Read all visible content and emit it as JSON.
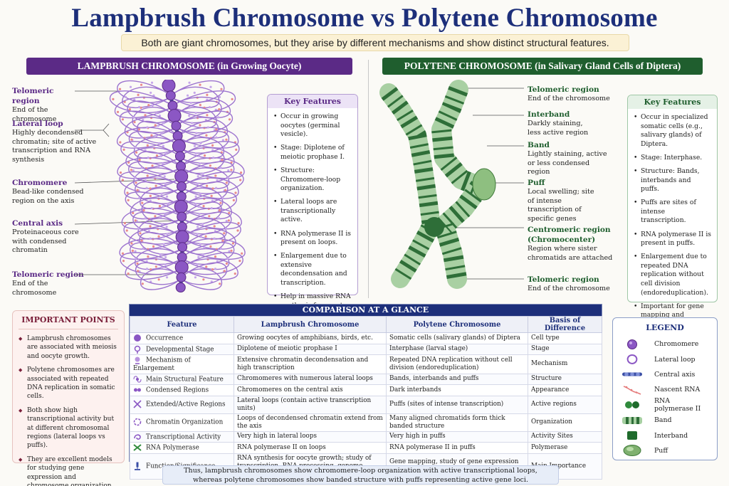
{
  "title": "Lampbrush Chromosome vs Polytene Chromosome",
  "subtitle": "Both are giant chromosomes, but they arise by different mechanisms and show distinct structural features.",
  "lampbrush": {
    "banner": "LAMPBRUSH CHROMOSOME (in Growing Oocyte)",
    "labels": [
      {
        "head": "Telomeric region",
        "text": "End of the chromosome"
      },
      {
        "head": "Lateral loop",
        "text": "Highly decondensed chromatin; site of active transcription and RNA synthesis"
      },
      {
        "head": "Chromomere",
        "text": "Bead-like condensed region on the axis"
      },
      {
        "head": "Central axis",
        "text": "Proteinaceous core with condensed chromatin"
      },
      {
        "head": "Telomeric region",
        "text": "End of the chromosome"
      }
    ],
    "key_features_title": "Key Features",
    "key_features": [
      "Occur in growing oocytes (germinal vesicle).",
      "Stage: Diplotene of meiotic prophase I.",
      "Structure: Chromomere-loop organization.",
      "Lateral loops are transcriptionally active.",
      "RNA polymerase II is present on loops.",
      "Enlargement due to extensive decondensation and transcription.",
      "Help in massive RNA synthesis for oocyte growth."
    ],
    "color": "#5b2a86"
  },
  "polytene": {
    "banner": "POLYTENE CHROMOSOME (in Salivary Gland Cells of Diptera)",
    "labels": [
      {
        "head": "Telomeric region",
        "text": "End of the chromosome"
      },
      {
        "head": "Interband",
        "text": "Darkly staining, less active region"
      },
      {
        "head": "Band",
        "text": "Lightly staining, active or less condensed region"
      },
      {
        "head": "Puff",
        "text": "Local swelling; site of intense transcription of specific genes"
      },
      {
        "head": "Centromeric region (Chromocenter)",
        "text": "Region where sister chromatids are attached"
      },
      {
        "head": "Telomeric region",
        "text": "End of the chromosome"
      }
    ],
    "key_features_title": "Key Features",
    "key_features": [
      "Occur in specialized somatic cells (e.g., salivary glands) of Diptera.",
      "Stage: Interphase.",
      "Structure: Bands, interbands and puffs.",
      "Puffs are sites of intense transcription.",
      "RNA polymerase II is present in puffs.",
      "Enlargement due to repeated DNA replication without cell division (endoreduplication).",
      "Important for gene mapping and studying gene expression."
    ],
    "color": "#1f5e2e"
  },
  "important": {
    "title": "IMPORTANT POINTS",
    "points": [
      "Lampbrush chromosomes are associated with meiosis and oocyte growth.",
      "Polytene chromosomes are associated with repeated DNA replication in somatic cells.",
      "Both show high transcriptional activity but at different chromosomal regions (lateral loops vs puffs).",
      "They are excellent models for studying gene expression and chromosome organization."
    ]
  },
  "comparison": {
    "title": "COMPARISON AT A GLANCE",
    "headers": [
      "Feature",
      "Lampbrush Chromosome",
      "Polytene Chromosome",
      "Basis of Difference"
    ],
    "rows": [
      {
        "feature": "Occurrence",
        "icon": "chromomere-icon",
        "lamp": "Growing oocytes of amphibians, birds, etc.",
        "poly": "Somatic cells (salivary glands) of Diptera",
        "basis": "Cell type"
      },
      {
        "feature": "Developmental Stage",
        "icon": "stage-icon",
        "lamp": "Diplotene of meiotic prophase I",
        "poly": "Interphase (larval stage)",
        "basis": "Stage"
      },
      {
        "feature": "Mechanism of Enlargement",
        "icon": "mechanism-icon",
        "lamp": "Extensive chromatin decondensation and high transcription",
        "poly": "Repeated DNA replication without cell division (endoreduplication)",
        "basis": "Mechanism"
      },
      {
        "feature": "Main Structural Feature",
        "icon": "structure-icon",
        "lamp": "Chromomeres with numerous lateral loops",
        "poly": "Bands, interbands and puffs",
        "basis": "Structure"
      },
      {
        "feature": "Condensed Regions",
        "icon": "condensed-icon",
        "lamp": "Chromomeres on the central axis",
        "poly": "Dark interbands",
        "basis": "Appearance"
      },
      {
        "feature": "Extended/Active Regions",
        "icon": "extended-icon",
        "lamp": "Lateral loops (contain active transcription units)",
        "poly": "Puffs (sites of intense transcription)",
        "basis": "Active regions"
      },
      {
        "feature": "Chromatin Organization",
        "icon": "organization-icon",
        "lamp": "Loops of decondensed chromatin extend from the axis",
        "poly": "Many aligned chromatids form thick banded structure",
        "basis": "Organization"
      },
      {
        "feature": "Transcriptional Activity",
        "icon": "activity-icon",
        "lamp": "Very high in lateral loops",
        "poly": "Very high in puffs",
        "basis": "Activity Sites"
      },
      {
        "feature": "RNA Polymerase",
        "icon": "polymerase-icon",
        "lamp": "RNA polymerase II on loops",
        "poly": "RNA polymerase II in puffs",
        "basis": "Polymerase"
      },
      {
        "feature": "Function/Significance",
        "icon": "microscope-icon",
        "lamp": "RNA synthesis for oocyte growth; study of transcription, RNA processing, genome mapping",
        "poly": "Gene mapping, study of gene expression and chromatin organization",
        "basis": "Main Importance"
      }
    ]
  },
  "legend": {
    "title": "LEGEND",
    "items": [
      {
        "label": "Chromomere",
        "icon": "chromomere-icon"
      },
      {
        "label": "Lateral loop",
        "icon": "lateral-loop-icon"
      },
      {
        "label": "Central axis",
        "icon": "central-axis-icon"
      },
      {
        "label": "Nascent RNA",
        "icon": "nascent-rna-icon"
      },
      {
        "label": "RNA polymerase II",
        "icon": "rna-polymerase-icon"
      },
      {
        "label": "Band",
        "icon": "band-icon"
      },
      {
        "label": "Interband",
        "icon": "interband-icon"
      },
      {
        "label": "Puff",
        "icon": "puff-icon"
      }
    ]
  },
  "summary": {
    "line1": "Thus, lampbrush chromosomes show chromomere-loop organization with active transcriptional loops,",
    "line2": "whereas polytene chromosomes show banded structure with puffs representing active gene loci."
  }
}
